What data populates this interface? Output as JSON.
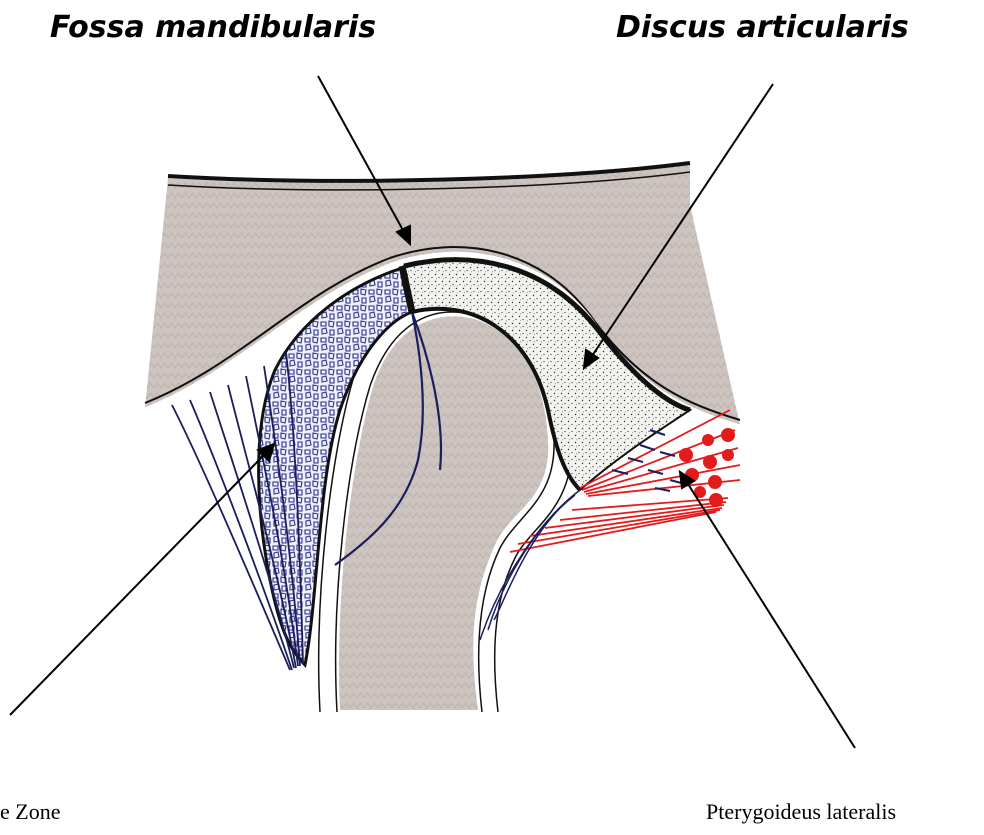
{
  "labels": {
    "fossa": "Fossa mandibularis",
    "discus": "Discus articularis",
    "bilaminar": "e Zone",
    "pterygoid": "Pterygoideus lateralis"
  },
  "colors": {
    "bone": "#cdc3bf",
    "bone_texture": "#bcb1ad",
    "outline": "#111111",
    "bilaminar_fill": "#eef0fa",
    "bilaminar_pattern": "#2c2f8a",
    "disc_fill": "#f2f2ef",
    "disc_stipple": "#333333",
    "fibers": "#1c1e5c",
    "muscle": "#e21b1b",
    "arrow": "#000000"
  }
}
